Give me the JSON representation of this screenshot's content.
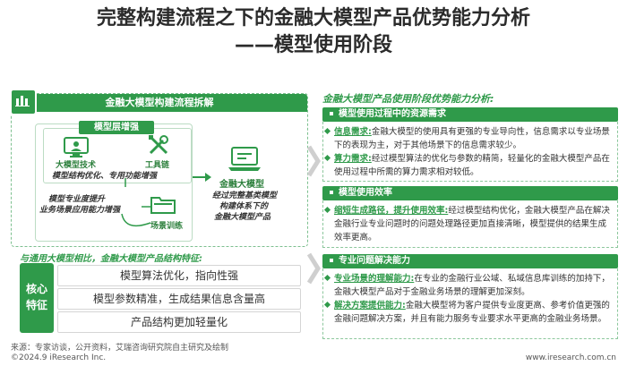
{
  "title": {
    "line1": "完整构建流程之下的金融大模型产品优势能力分析",
    "line2": "——模型使用阶段"
  },
  "diagram": {
    "header": "金融大模型构建流程拆解",
    "layer_tag": "模型层增强",
    "node1_label": "大模型技术",
    "node1_sub": "模型结构优化、专用功能增强",
    "node2_label": "工具链",
    "node3_line1": "模型专业度提升",
    "node3_line2": "业务场景应用能力增强",
    "node4_label": "场景训练",
    "right_label": "金融大模型",
    "right_sub1": "经过完整基类模型",
    "right_sub2": "构建体系下的",
    "right_sub3": "金融大模型产品"
  },
  "features": {
    "title": "与通用大模型相比，金融大模型产品结构特征:",
    "core_line1": "核心",
    "core_line2": "特征",
    "items": [
      "模型算法优化，指向性强",
      "模型参数精准，生成结果信息含量高",
      "产品结构更加轻量化"
    ]
  },
  "right": {
    "title": "金融大模型产品使用阶段优势能力分析:",
    "sections": [
      {
        "header": "模型使用过程中的资源需求",
        "items": [
          {
            "key": "信息需求:",
            "text": "金融大模型的使用具有更强的专业导向性，信息需求以专业场景下的表现为主，对于其他场景下的信息需求较少。"
          },
          {
            "key": "算力需求:",
            "text": "经过模型算法的优化与参数的精简，轻量化的金融大模型产品在使用过程中所需的算力需求相对较低。"
          }
        ]
      },
      {
        "header": "模型使用效率",
        "items": [
          {
            "key": "缩短生成路径，提升使用效率:",
            "text": "经过模型结构优化，金融大模型产品在解决金融行业专业问题时的问题处理路径更加直接清晰，模型提供的结果生成效率更高。"
          }
        ]
      },
      {
        "header": "专业问题解决能力",
        "items": [
          {
            "key": "专业场景的理解能力:",
            "text": "在专业的金融行业公域、私域信息库训练的加持下，金融大模型产品对于金融业务场景的理解更加深刻。"
          },
          {
            "key": "解决方案提供能力:",
            "text": "金融大模型将为客户提供专业度更高、参考价值更强的金融问题解决方案，并且有能力服务专业要求水平更高的金融业务场景。"
          }
        ]
      }
    ]
  },
  "footer": {
    "source": "来源：专家访谈，公开资料，艾瑞咨询研究院自主研究及绘制",
    "copyright": "©2024.9 iResearch Inc.",
    "site": "www.iresearch.com.cn"
  },
  "colors": {
    "accent": "#2f9a4a",
    "accent_light": "#8cc79c"
  }
}
